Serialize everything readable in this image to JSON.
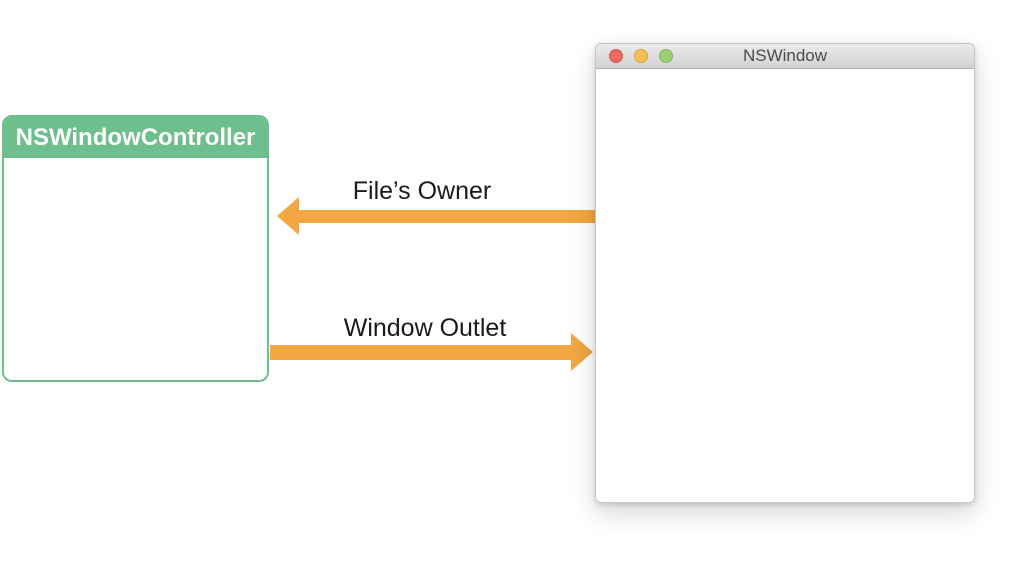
{
  "diagram": {
    "controller_box": {
      "title": "NSWindowController"
    },
    "window": {
      "title": "NSWindow",
      "traffic_lights": [
        {
          "name": "close-button",
          "color": "#EE6B5F"
        },
        {
          "name": "minimize-button",
          "color": "#F5BE56"
        },
        {
          "name": "zoom-button",
          "color": "#9BCF73"
        }
      ]
    },
    "connections": [
      {
        "label": "File’s Owner",
        "direction": "left",
        "from": "NSWindow",
        "to": "NSWindowController"
      },
      {
        "label": "Window Outlet",
        "direction": "right",
        "from": "NSWindowController",
        "to": "NSWindow"
      }
    ]
  },
  "colors": {
    "box-green": "#6FBE8E",
    "arrow-orange": "#F2A740",
    "titlebar-top": "#EBEBEB",
    "titlebar-bottom": "#D2D2D4",
    "titlebar-border": "#B3B3B5",
    "traffic-red": "#EE6B5F",
    "traffic-yellow": "#F5BE56",
    "traffic-green": "#9BCF73",
    "label-black": "#1A1A1A",
    "title-gray": "#4B4B4B"
  }
}
